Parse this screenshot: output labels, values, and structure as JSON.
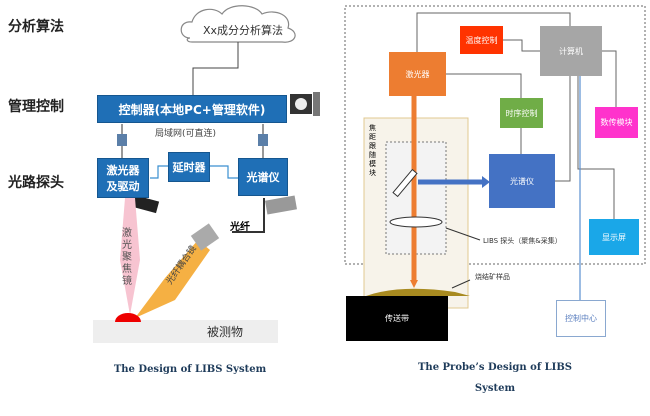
{
  "left": {
    "layers": [
      "分析算法",
      "管理控制",
      "光路探头"
    ],
    "cloud": "Xx成分分析算法",
    "controller": "控制器(本地PC+管理软件)",
    "lan": "局域网(可直连)",
    "laser": "激光器\n及驱动",
    "delay": "延时器",
    "spectrometer": "光谱仪",
    "fiber": "光纤",
    "lens": "激光聚焦镜",
    "coupler": "光纤耦合镜",
    "sample": "被测物",
    "caption": "The Design of LIBS System"
  },
  "right": {
    "laser": "激光器",
    "temp": "温度控制",
    "computer": "计算机",
    "timing": "时序控制",
    "transfer": "数传模块",
    "spectrometer": "光谱仪",
    "focus_module": "焦距跟随模块",
    "probe": "LIBS 探头（聚焦&采集）",
    "display": "显示屏",
    "sinter": "烧结矿样品",
    "belt": "传送带",
    "control_center": "控制中心",
    "caption_line1": "The Probe’s  Design of  LIBS",
    "caption_line2": "System"
  },
  "colors": {
    "blue": "#1f6fb6",
    "orange": "#ed7d31",
    "red": "#ff3300",
    "gray": "#a6a6a6",
    "green": "#70ad47",
    "magenta": "#ff33cc",
    "rblue": "#4472c4",
    "cyan": "#1aa7e8"
  }
}
